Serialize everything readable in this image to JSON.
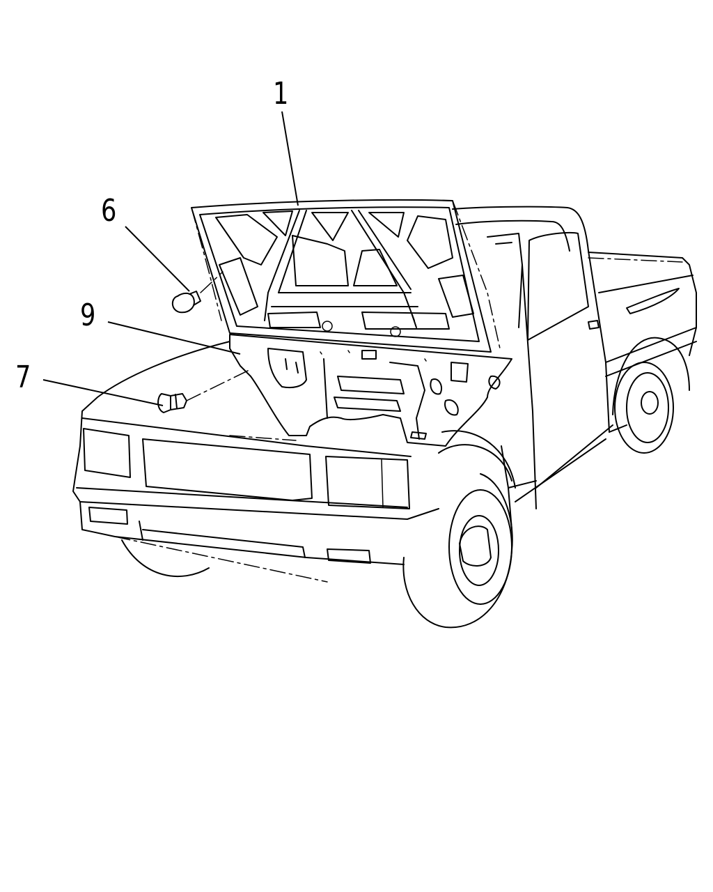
{
  "callouts": {
    "c1": "1",
    "c6": "6",
    "c9": "9",
    "c7": "7"
  }
}
